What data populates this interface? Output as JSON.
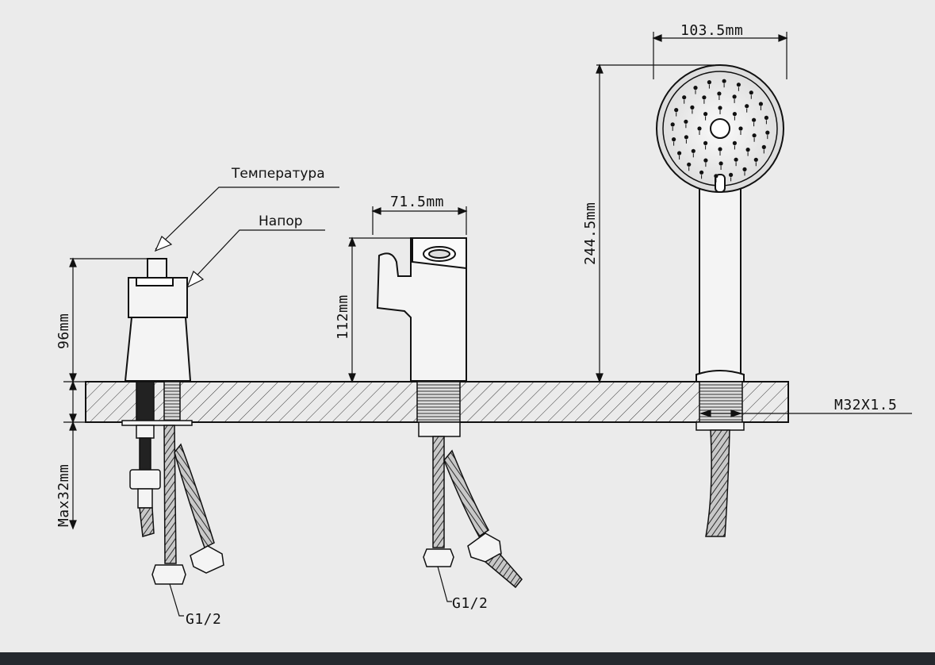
{
  "labels": {
    "temperature": "Температура",
    "pressure": "Напор",
    "thread_left": "G1/2",
    "thread_mid": "G1/2",
    "thread_right": "M32X1.5"
  },
  "dimensions": {
    "left_height": "96mm",
    "left_max_depth": "Max32mm",
    "mid_width": "71.5mm",
    "mid_height": "112mm",
    "shower_height": "244.5mm",
    "shower_width": "103.5mm"
  },
  "colors": {
    "background": "#ebebeb",
    "line": "#111111",
    "bottom_bar": "#25292e"
  }
}
